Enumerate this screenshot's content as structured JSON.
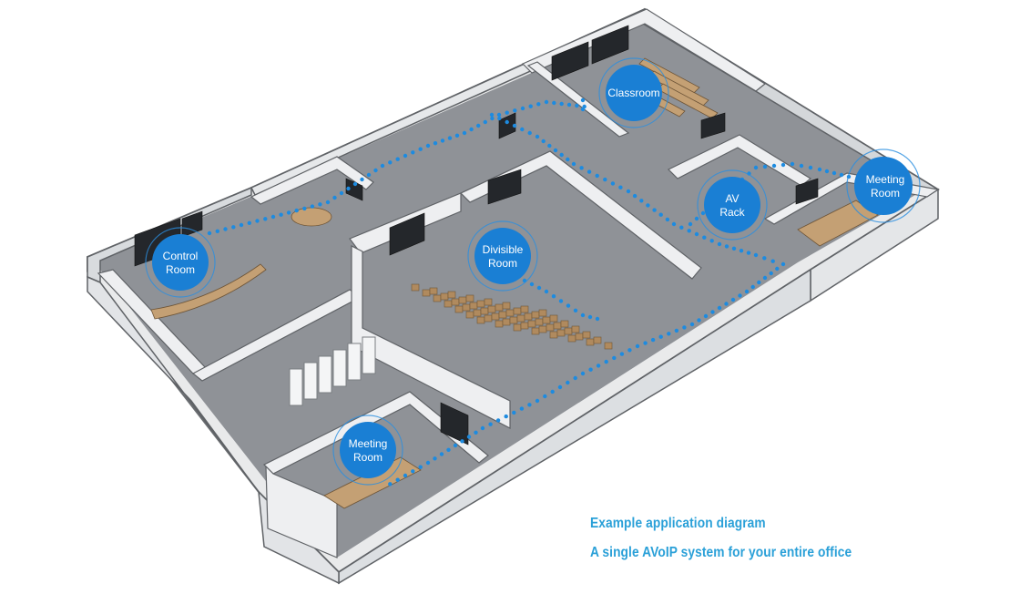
{
  "rooms": {
    "classroom": "Classroom",
    "control_room_1": "Control",
    "control_room_2": "Room",
    "divisible_room_1": "Divisible",
    "divisible_room_2": "Room",
    "av_rack_1": "AV",
    "av_rack_2": "Rack",
    "meeting_room_right_1": "Meeting",
    "meeting_room_right_2": "Room",
    "meeting_room_bottom_1": "Meeting",
    "meeting_room_bottom_2": "Room"
  },
  "caption": {
    "line1": "Example application diagram",
    "line2": "A single AVoIP system for your entire office"
  },
  "colors": {
    "marker_fill": "#1a7fd4",
    "marker_ring": "#2b8fe0",
    "network_dots": "#1d8be0",
    "caption_text": "#2aa0d8",
    "floor": "#8a8d92",
    "wall_top": "#f3f4f5",
    "wall_side": "#d9dcdf",
    "outline": "#5f6266"
  }
}
